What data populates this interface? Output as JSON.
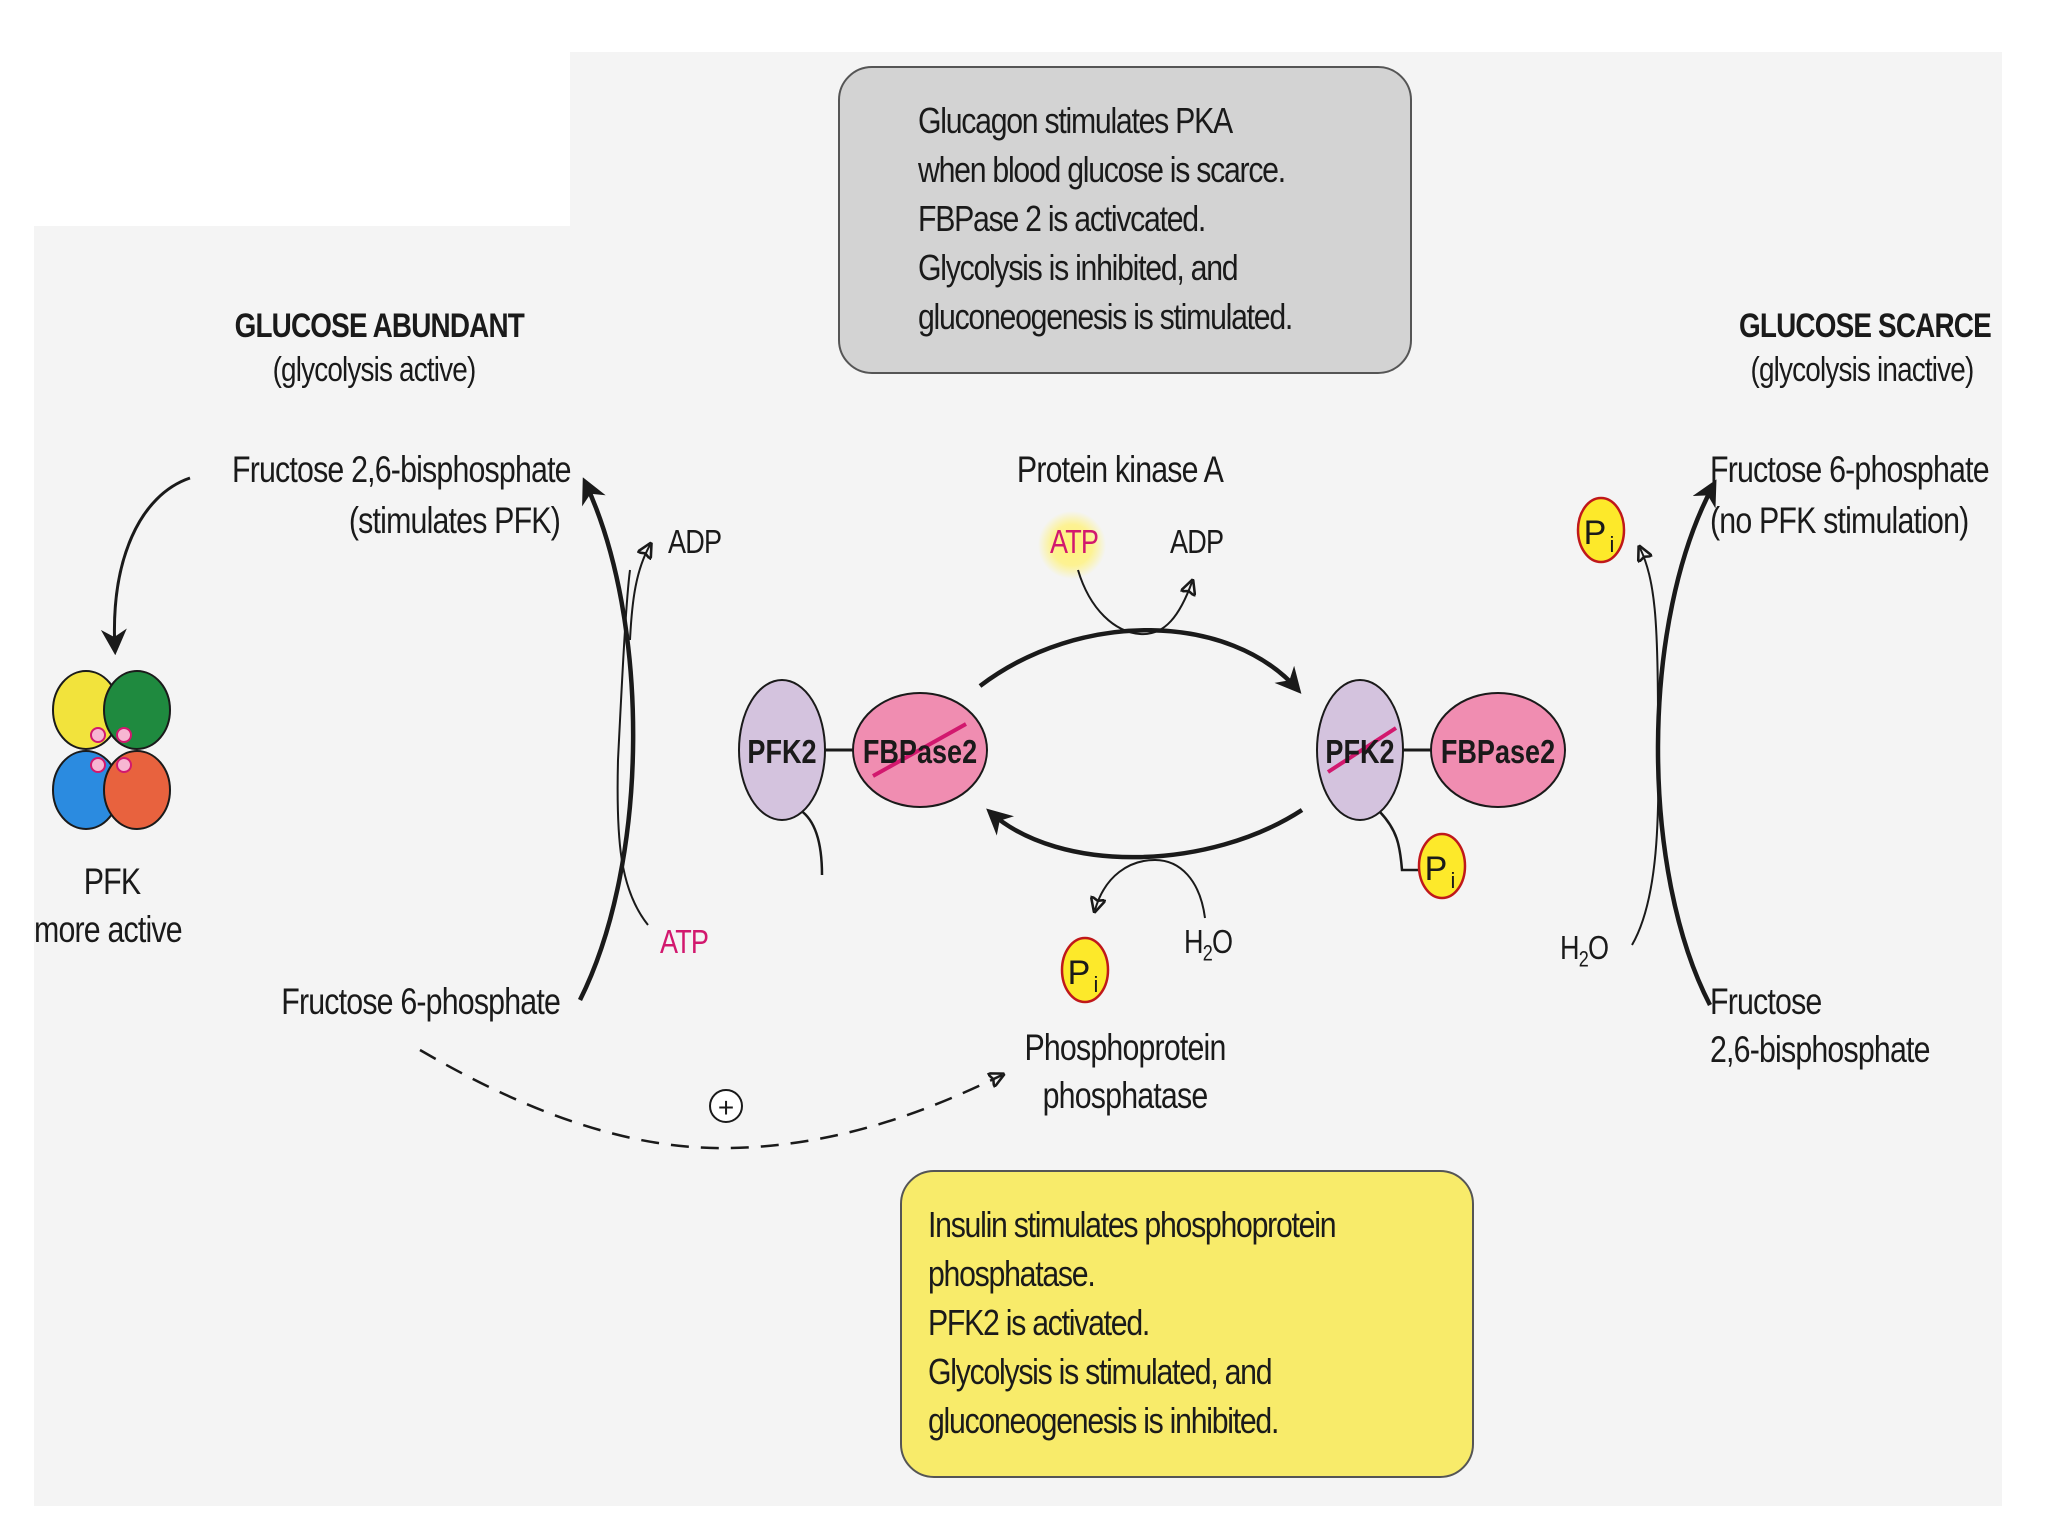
{
  "notes": {
    "glucagon": [
      "Glucagon stimulates PKA",
      "when blood glucose is scarce.",
      "FBPase 2 is activcated.",
      "Glycolysis is inhibited, and",
      "gluconeogenesis is stimulated."
    ],
    "insulin": [
      "Insulin stimulates phosphoprotein",
      "phosphatase.",
      "PFK2 is activated.",
      "Glycolysis is stimulated, and",
      "gluconeogenesis is inhibited."
    ]
  },
  "left": {
    "header": "GLUCOSE ABUNDANT",
    "subheader": "(glycolysis active)",
    "product_line1": "Fructose 2,6-bisphosphate",
    "product_line2": "(stimulates PFK)",
    "substrate": "Fructose 6-phosphate",
    "adp": "ADP",
    "atp": "ATP",
    "pfk_label": "PFK",
    "pfk_state": "more active"
  },
  "right": {
    "header": "GLUCOSE SCARCE",
    "subheader": "(glycolysis inactive)",
    "product_line1": "Fructose 6-phosphate",
    "product_line2": "(no PFK stimulation)",
    "substrate_line1": "Fructose",
    "substrate_line2": "2,6-bisphosphate",
    "water": "H",
    "water_sub": "2",
    "water_o": "O",
    "pi": "P",
    "pi_sub": "i"
  },
  "center": {
    "kinase": "Protein kinase A",
    "atp": "ATP",
    "adp": "ADP",
    "phosphatase_line1": "Phosphoprotein",
    "phosphatase_line2": "phosphatase",
    "water": "H",
    "water_sub": "2",
    "water_o": "O",
    "pi": "P",
    "pi_sub": "i",
    "plus": "+"
  },
  "enzymes": {
    "pfk2": "PFK2",
    "fbpase2": "FBPase2"
  },
  "colors": {
    "pfk2_fill": "#d4c3de",
    "fbpase2_fill": "#f08db1",
    "pi_fill": "#fde92a",
    "atp_glow": "#fff27a",
    "strike": "#d2186e",
    "glucagon_box": "#d3d3d3",
    "insulin_box": "#f8eb6a",
    "pfk_yellow": "#f2e33c",
    "pfk_green": "#1f8a3f",
    "pfk_blue": "#2b8be0",
    "pfk_red": "#e8623e"
  }
}
